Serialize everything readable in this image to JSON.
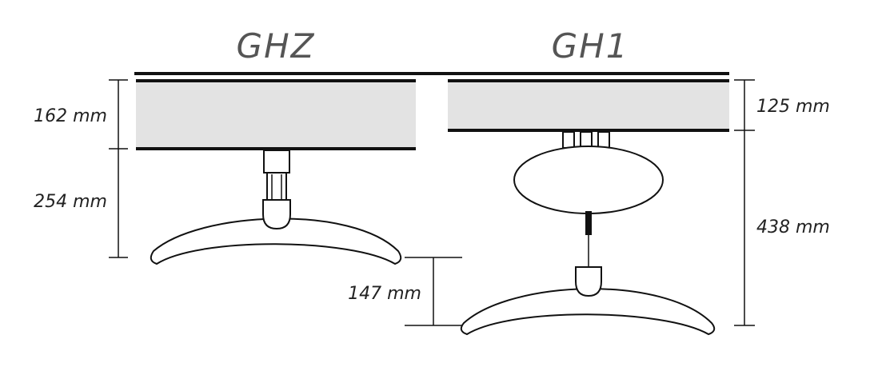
{
  "models": {
    "left": {
      "name": "GHZ"
    },
    "right": {
      "name": "GH1"
    }
  },
  "dimensions": {
    "ghz_ceiling": "162 mm",
    "ghz_drop": "254 mm",
    "hanger_offset": "147 mm",
    "gh1_ceiling": "125 mm",
    "gh1_drop": "438 mm"
  },
  "colors": {
    "panel_fill": "#e3e3e3",
    "line": "#111111",
    "title": "#555555"
  }
}
